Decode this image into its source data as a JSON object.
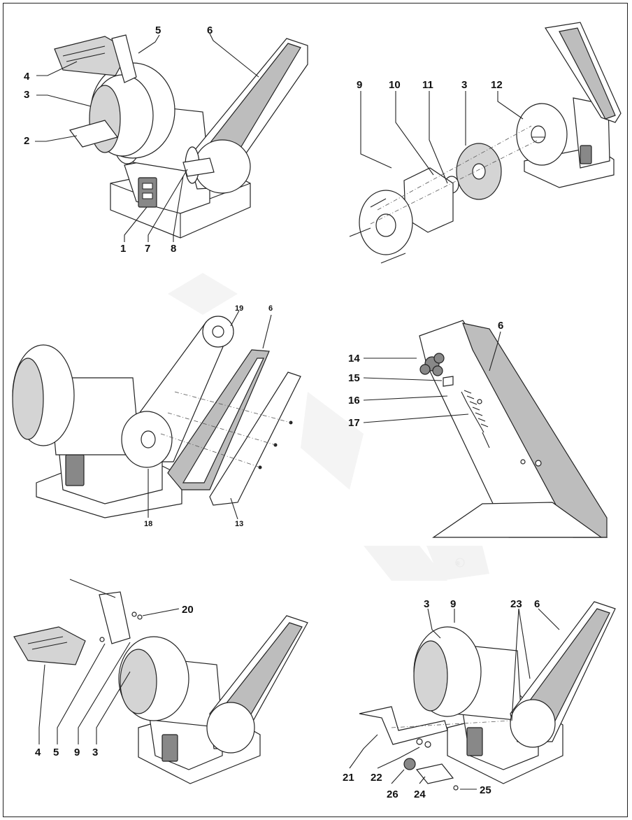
{
  "panels": [
    {
      "id": "panel-1",
      "labels": [
        "5",
        "6",
        "4",
        "3",
        "2",
        "1",
        "7",
        "8"
      ]
    },
    {
      "id": "panel-2",
      "labels": [
        "9",
        "10",
        "11",
        "3",
        "12"
      ]
    },
    {
      "id": "panel-3",
      "labels": [
        "19",
        "6",
        "18",
        "13"
      ]
    },
    {
      "id": "panel-4",
      "labels": [
        "6",
        "14",
        "15",
        "16",
        "17"
      ]
    },
    {
      "id": "panel-5",
      "labels": [
        "20",
        "4",
        "5",
        "9",
        "3"
      ]
    },
    {
      "id": "panel-6",
      "labels": [
        "3",
        "9",
        "23",
        "6",
        "21",
        "22",
        "26",
        "24",
        "25"
      ]
    }
  ],
  "watermark": {
    "registered_mark": "®"
  }
}
